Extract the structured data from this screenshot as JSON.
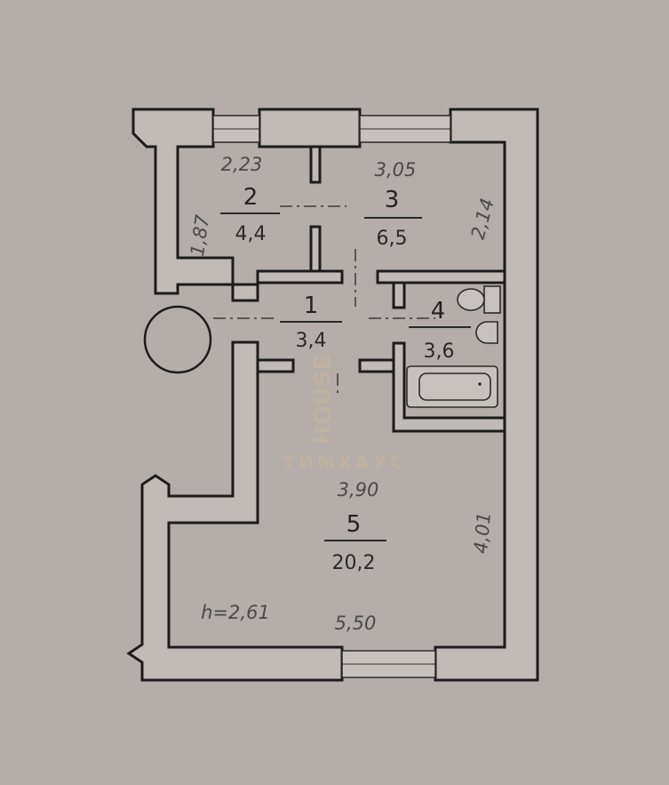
{
  "plan": {
    "ceiling_height": "h=2,61",
    "rooms": [
      {
        "number": "1",
        "area": "3,4"
      },
      {
        "number": "2",
        "area": "4,4",
        "width": "2,23",
        "depth": "1,87"
      },
      {
        "number": "3",
        "area": "6,5",
        "width": "3,05",
        "depth": "2,14"
      },
      {
        "number": "4",
        "area": "3,6"
      },
      {
        "number": "5",
        "area": "20,2",
        "width_top": "3,90",
        "width_bottom": "5,50",
        "depth": "4,01"
      }
    ]
  },
  "watermark": {
    "logo_text": "HOUSE",
    "brand": "ТИМХАУС"
  },
  "colors": {
    "background": "#b4ada9",
    "wall": "#c1bab6",
    "line": "#1c1c1c"
  }
}
